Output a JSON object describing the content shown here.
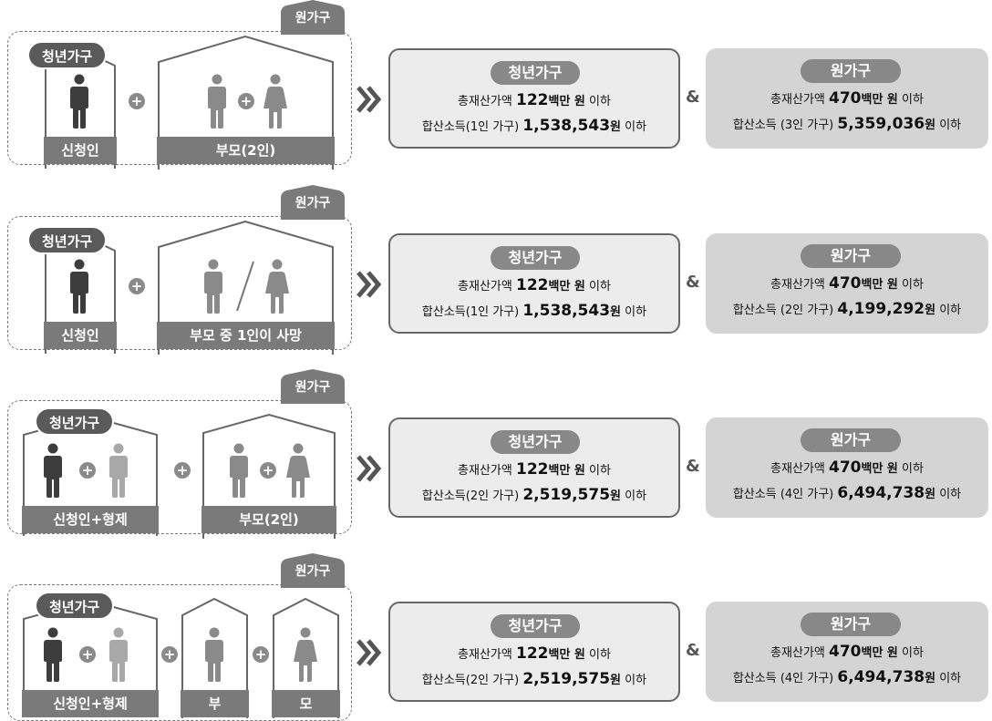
{
  "rows": [
    {
      "won_tab": "원가구",
      "youth_pill": "청년가구",
      "left_label": "신청인",
      "right_label": "부모(2인)",
      "youth_box": {
        "title": "청년가구",
        "l1_pre": "총재산가액 ",
        "l1_num": "122",
        "l1_post_b": "백만 원",
        "l1_tail": " 이하",
        "l2_pre": "합산소득(1인 가구) ",
        "l2_num": "1,538,543",
        "l2_post_b": "원",
        "l2_tail": " 이하"
      },
      "won_box": {
        "title": "원가구",
        "l1_pre": "총재산가액 ",
        "l1_num": "470",
        "l1_post_b": "백만 원",
        "l1_tail": " 이하",
        "l2_pre": "합산소득 (3인 가구) ",
        "l2_num": "5,359,036",
        "l2_post_b": "원",
        "l2_tail": " 이하"
      }
    },
    {
      "won_tab": "원가구",
      "youth_pill": "청년가구",
      "left_label": "신청인",
      "right_label": "부모 중 1인이 사망",
      "youth_box": {
        "title": "청년가구",
        "l1_pre": "총재산가액 ",
        "l1_num": "122",
        "l1_post_b": "백만 원",
        "l1_tail": " 이하",
        "l2_pre": "합산소득(1인 가구) ",
        "l2_num": "1,538,543",
        "l2_post_b": "원",
        "l2_tail": " 이하"
      },
      "won_box": {
        "title": "원가구",
        "l1_pre": "총재산가액 ",
        "l1_num": "470",
        "l1_post_b": "백만 원",
        "l1_tail": " 이하",
        "l2_pre": "합산소득 (2인 가구) ",
        "l2_num": "4,199,292",
        "l2_post_b": "원",
        "l2_tail": " 이하"
      }
    },
    {
      "won_tab": "원가구",
      "youth_pill": "청년가구",
      "left_label": "신청인+형제",
      "right_label": "부모(2인)",
      "youth_box": {
        "title": "청년가구",
        "l1_pre": "총재산가액 ",
        "l1_num": "122",
        "l1_post_b": "백만 원",
        "l1_tail": " 이하",
        "l2_pre": "합산소득(2인 가구) ",
        "l2_num": "2,519,575",
        "l2_post_b": "원",
        "l2_tail": " 이하"
      },
      "won_box": {
        "title": "원가구",
        "l1_pre": "총재산가액 ",
        "l1_num": "470",
        "l1_post_b": "백만 원",
        "l1_tail": " 이하",
        "l2_pre": "합산소득 (4인 가구) ",
        "l2_num": "6,494,738",
        "l2_post_b": "원",
        "l2_tail": " 이하"
      }
    },
    {
      "won_tab": "원가구",
      "youth_pill": "청년가구",
      "left_label": "신청인+형제",
      "father_label": "부",
      "mother_label": "모",
      "youth_box": {
        "title": "청년가구",
        "l1_pre": "총재산가액 ",
        "l1_num": "122",
        "l1_post_b": "백만 원",
        "l1_tail": " 이하",
        "l2_pre": "합산소득(2인 가구) ",
        "l2_num": "2,519,575",
        "l2_post_b": "원",
        "l2_tail": " 이하"
      },
      "won_box": {
        "title": "원가구",
        "l1_pre": "총재산가액 ",
        "l1_num": "470",
        "l1_post_b": "백만 원",
        "l1_tail": " 이하",
        "l2_pre": "합산소득 (4인 가구) ",
        "l2_num": "6,494,738",
        "l2_post_b": "원",
        "l2_tail": " 이하"
      }
    }
  ],
  "ampersand": "&",
  "colors": {
    "dark_person": "#3d3d3d",
    "gray_person": "#8a8a8a",
    "light_person": "#a8a8a8",
    "youth_box_bg": "#ececec",
    "won_box_bg": "#d4d4d4"
  }
}
